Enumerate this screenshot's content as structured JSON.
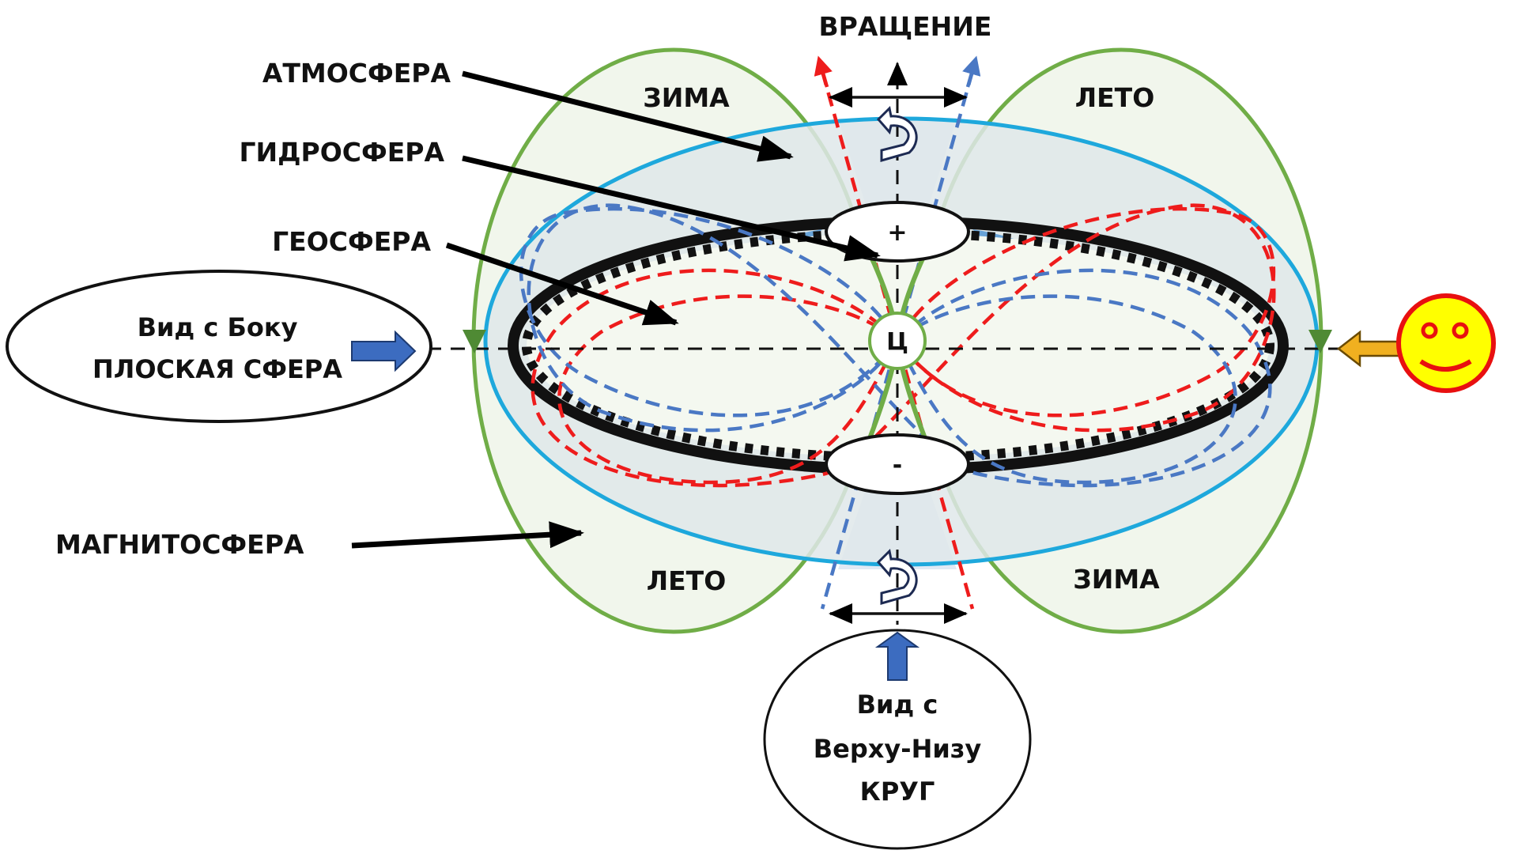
{
  "title": "ВРАЩЕНИЕ",
  "labels": {
    "atmosphere": "АТМОСФЕРА",
    "hydrosphere": "ГИДРОСФЕРА",
    "geosphere": "ГЕОСФЕРА",
    "magnetosphere": "МАГНИТОСФЕРА"
  },
  "seasons": {
    "top_left": "ЗИМА",
    "top_right": "ЛЕТО",
    "bottom_left": "ЛЕТО",
    "bottom_right": "ЗИМА"
  },
  "poles": {
    "north": "+",
    "south": "-",
    "center": "Ц"
  },
  "side_view": {
    "line1": "Вид с Боку",
    "line2": "ПЛОСКАЯ СФЕРА"
  },
  "top_view": {
    "line1": "Вид с",
    "line2": "Верху-Низу",
    "line3": "КРУГ"
  },
  "icons": [
    "observer-smiley-icon",
    "rotation-arrow-icon",
    "view-arrow-icon"
  ],
  "colors": {
    "magnetosphere": "#70ad47",
    "atmosphere": "#1ea8dc",
    "geosphere": "#111111",
    "hydrosphere_fill": "#5b9bd5",
    "field_red": "#ee1c1c",
    "field_blue": "#4a78c4",
    "smiley_fill": "#ffff00",
    "smiley_stroke": "#e81010",
    "observer_arrow": "#f0b020",
    "view_arrow": "#3c6cc0"
  }
}
